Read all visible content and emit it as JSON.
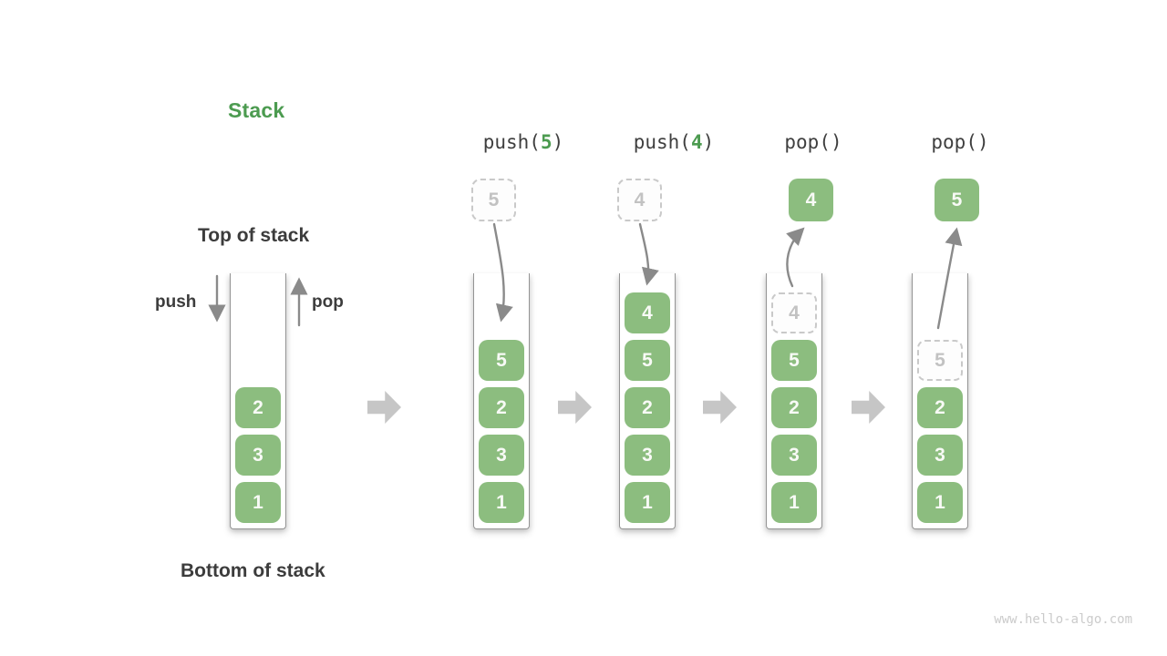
{
  "title": "Stack",
  "labels": {
    "top_of_stack": "Top of stack",
    "bottom_of_stack": "Bottom of stack",
    "push_arrow": "push",
    "pop_arrow": "pop"
  },
  "watermark": "www.hello-algo.com",
  "colors": {
    "accent_green": "#4c9b50",
    "cell_green": "#8cbd7f",
    "cell_text": "#f8faf6",
    "dashed_border": "#c9c9c9",
    "dashed_text": "#c2c2c2",
    "thin_arrow": "#8a8a8a",
    "block_arrow": "#c6c6c6",
    "label_dark": "#3c3c3c"
  },
  "initial": {
    "cells": [
      {
        "value": "2",
        "slot": 2,
        "variant": "solid"
      },
      {
        "value": "3",
        "slot": 3,
        "variant": "solid"
      },
      {
        "value": "1",
        "slot": 4,
        "variant": "solid"
      }
    ]
  },
  "steps": [
    {
      "label_prefix": "push(",
      "label_arg": "5",
      "label_suffix": ")",
      "floating": {
        "value": "5",
        "variant": "dashed"
      },
      "cells": [
        {
          "value": "5",
          "slot": 1,
          "variant": "solid"
        },
        {
          "value": "2",
          "slot": 2,
          "variant": "solid"
        },
        {
          "value": "3",
          "slot": 3,
          "variant": "solid"
        },
        {
          "value": "1",
          "slot": 4,
          "variant": "solid"
        }
      ]
    },
    {
      "label_prefix": "push(",
      "label_arg": "4",
      "label_suffix": ")",
      "floating": {
        "value": "4",
        "variant": "dashed"
      },
      "cells": [
        {
          "value": "4",
          "slot": 0,
          "variant": "solid"
        },
        {
          "value": "5",
          "slot": 1,
          "variant": "solid"
        },
        {
          "value": "2",
          "slot": 2,
          "variant": "solid"
        },
        {
          "value": "3",
          "slot": 3,
          "variant": "solid"
        },
        {
          "value": "1",
          "slot": 4,
          "variant": "solid"
        }
      ]
    },
    {
      "label_prefix": "pop()",
      "label_arg": "",
      "label_suffix": "",
      "floating": {
        "value": "4",
        "variant": "solid"
      },
      "cells": [
        {
          "value": "4",
          "slot": 0,
          "variant": "dashed"
        },
        {
          "value": "5",
          "slot": 1,
          "variant": "solid"
        },
        {
          "value": "2",
          "slot": 2,
          "variant": "solid"
        },
        {
          "value": "3",
          "slot": 3,
          "variant": "solid"
        },
        {
          "value": "1",
          "slot": 4,
          "variant": "solid"
        }
      ]
    },
    {
      "label_prefix": "pop()",
      "label_arg": "",
      "label_suffix": "",
      "floating": {
        "value": "5",
        "variant": "solid"
      },
      "cells": [
        {
          "value": "5",
          "slot": 1,
          "variant": "dashed"
        },
        {
          "value": "2",
          "slot": 2,
          "variant": "solid"
        },
        {
          "value": "3",
          "slot": 3,
          "variant": "solid"
        },
        {
          "value": "1",
          "slot": 4,
          "variant": "solid"
        }
      ]
    }
  ]
}
